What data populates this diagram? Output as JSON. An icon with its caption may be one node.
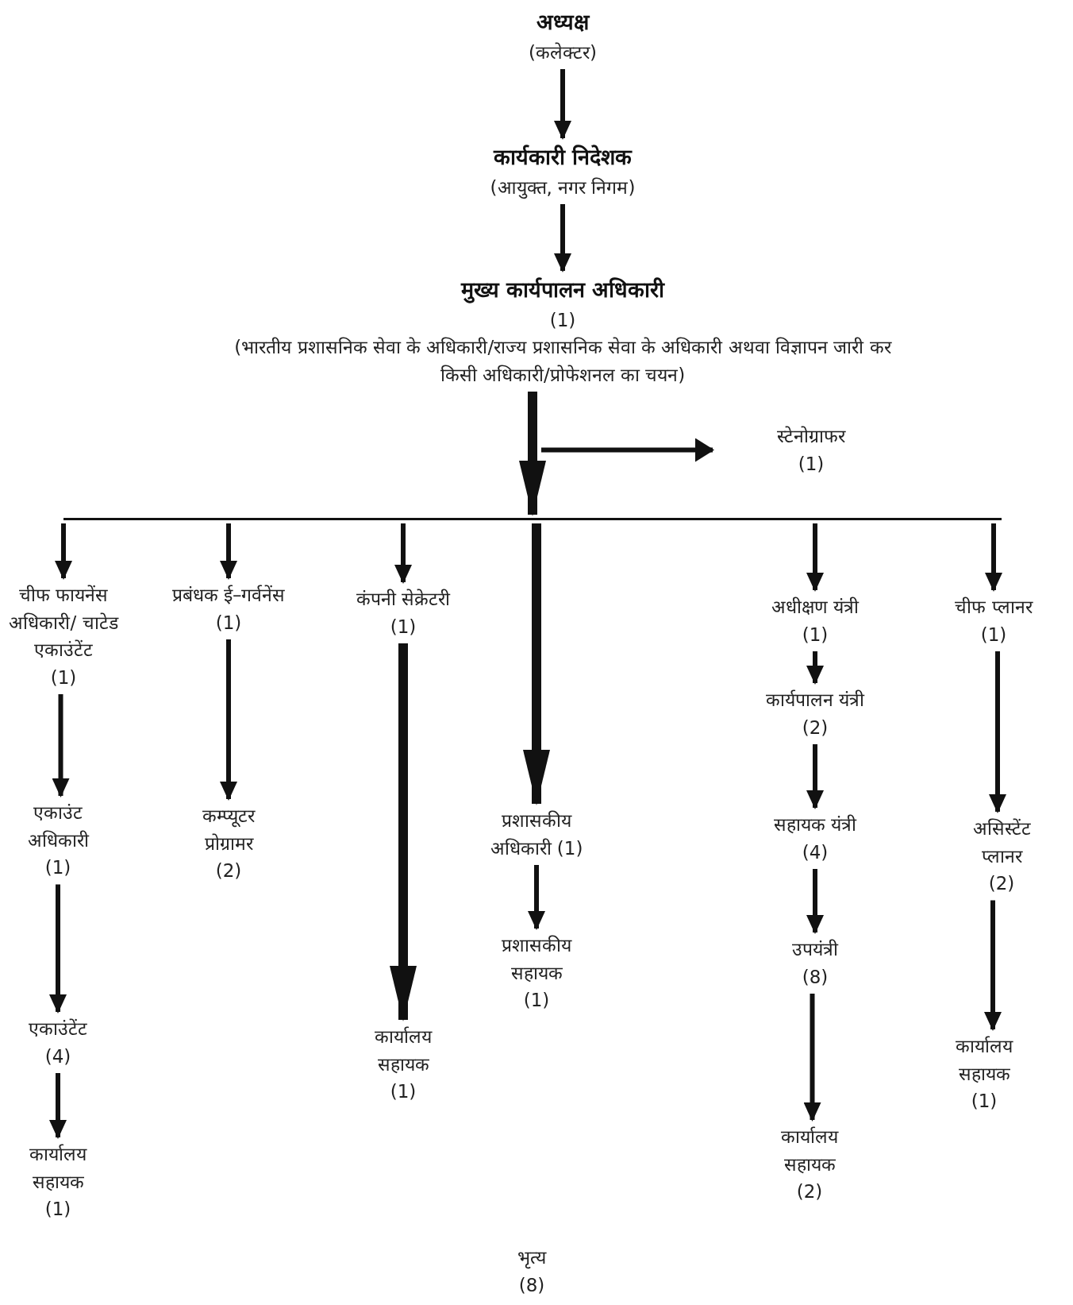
{
  "diagram": {
    "nodes": [
      {
        "text": [
          "अध्यक्ष",
          "(कलेक्टर)"
        ]
      },
      {
        "text": [
          "कार्यकारी निदेशक",
          "(आयुक्त, नगर निगम)"
        ]
      },
      {
        "text": [
          "मुख्य कार्यपालन अधिकारी",
          "(1)",
          "(भारतीय प्रशासनिक सेवा के अधिकारी/राज्य प्रशासनिक सेवा के अधिकारी अथवा विज्ञापन जारी कर किसी अधिकारी/प्रोफेशनल का चयन)"
        ]
      },
      {
        "text": [
          "स्टेनोग्राफर",
          "(1)"
        ]
      },
      {
        "text": [],
        "shape": "bar"
      },
      {
        "text": [
          "चीफ फायनेंस अधिकारी/ चाटेड एकाउंटेंट",
          "(1)"
        ]
      },
      {
        "text": [
          "एकाउंट अधिकारी",
          "(1)"
        ]
      },
      {
        "text": [
          "एकाउंटेंट",
          "(4)"
        ]
      },
      {
        "text": [
          "कार्यालय सहायक",
          "(1)"
        ]
      },
      {
        "text": [
          "प्रबंधक ई–गर्वनेंस",
          "(1)"
        ]
      },
      {
        "text": [
          "कम्प्यूटर प्रोग्रामर",
          "(2)"
        ]
      },
      {
        "text": [
          "कंपनी सेक्रेटरी",
          "(1)"
        ]
      },
      {
        "text": [
          "कार्यालय सहायक",
          "(1)"
        ]
      },
      {
        "text": [
          "प्रशासकीय अधिकारी (1)"
        ]
      },
      {
        "text": [
          "प्रशासकीय सहायक",
          "(1)"
        ]
      },
      {
        "text": [
          "अधीक्षण यंत्री",
          "(1)"
        ]
      },
      {
        "text": [
          "कार्यपालन यंत्री",
          "(2)"
        ]
      },
      {
        "text": [
          "सहायक यंत्री",
          "(4)"
        ]
      },
      {
        "text": [
          "उपयंत्री",
          "(8)"
        ]
      },
      {
        "text": [
          "कार्यालय सहायक",
          "(2)"
        ]
      },
      {
        "text": [
          "चीफ प्लानर",
          "(1)"
        ]
      },
      {
        "text": [
          "असिस्टेंट प्लानर",
          "(2)"
        ]
      },
      {
        "text": [
          "कार्यालय सहायक",
          "(1)"
        ]
      },
      {
        "text": [
          "भृत्य",
          "(8)"
        ]
      }
    ],
    "edges": [
      {
        "from": 0,
        "to": 1,
        "arrow": "to"
      },
      {
        "from": 1,
        "to": 2,
        "arrow": "to"
      },
      {
        "from": 2,
        "to": 4,
        "arrow": "to",
        "style": "thick"
      },
      {
        "from": null,
        "to": 3,
        "arrow": "to"
      },
      {
        "from": 4,
        "to": 5,
        "arrow": "to"
      },
      {
        "from": 5,
        "to": 6,
        "arrow": "to"
      },
      {
        "from": 6,
        "to": 7,
        "arrow": "to"
      },
      {
        "from": 7,
        "to": 8,
        "arrow": "to"
      },
      {
        "from": 4,
        "to": 9,
        "arrow": "to"
      },
      {
        "from": 9,
        "to": 10,
        "arrow": "to"
      },
      {
        "from": 4,
        "to": 11,
        "arrow": "to"
      },
      {
        "from": 11,
        "to": 12,
        "arrow": "to",
        "style": "thick"
      },
      {
        "from": 4,
        "to": 13,
        "arrow": "to",
        "style": "thick"
      },
      {
        "from": 13,
        "to": 14,
        "arrow": "to"
      },
      {
        "from": 4,
        "to": 15,
        "arrow": "to"
      },
      {
        "from": 15,
        "to": 16,
        "arrow": "to"
      },
      {
        "from": 16,
        "to": 17,
        "arrow": "to"
      },
      {
        "from": 17,
        "to": 18,
        "arrow": "to"
      },
      {
        "from": 18,
        "to": 19,
        "arrow": "to"
      },
      {
        "from": 4,
        "to": 20,
        "arrow": "to"
      },
      {
        "from": 20,
        "to": 21,
        "arrow": "to"
      },
      {
        "from": 21,
        "to": 22,
        "arrow": "to"
      }
    ]
  }
}
